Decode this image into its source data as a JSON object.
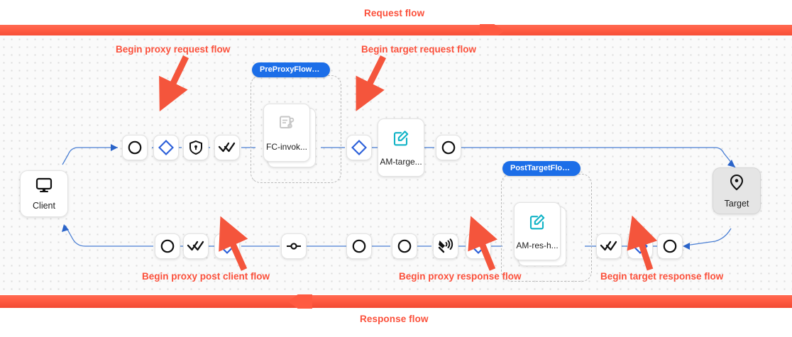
{
  "flow_bars": {
    "request": {
      "label": "Request flow",
      "color": "#fb503b",
      "direction": "right"
    },
    "response": {
      "label": "Response flow",
      "color": "#fb503b",
      "direction": "left"
    }
  },
  "annotations": [
    {
      "id": "begin-proxy-request-flow",
      "label": "Begin proxy request flow"
    },
    {
      "id": "begin-target-request-flow",
      "label": "Begin target request flow"
    },
    {
      "id": "begin-proxy-post-client-flow",
      "label": "Begin proxy post client flow"
    },
    {
      "id": "begin-proxy-response-flow",
      "label": "Begin proxy response flow"
    },
    {
      "id": "begin-target-response-flow",
      "label": "Begin target response flow"
    }
  ],
  "endpoints": {
    "client": {
      "label": "Client",
      "icon": "monitor-icon"
    },
    "target": {
      "label": "Target",
      "icon": "location-pin-icon"
    }
  },
  "groups": [
    {
      "id": "pre-proxy-flow-hook",
      "badge": "PreProxyFlowH..."
    },
    {
      "id": "post-target-flow-hook",
      "badge": "PostTargetFlow..."
    }
  ],
  "policies": [
    {
      "id": "fc-invoke",
      "label": "FC-invok...",
      "icon": "script-task-icon"
    },
    {
      "id": "am-target",
      "label": "AM-targe...",
      "icon": "edit-square-icon"
    },
    {
      "id": "am-res-h",
      "label": "AM-res-h...",
      "icon": "edit-square-icon"
    }
  ],
  "request_row_steps": [
    {
      "id": "req-start",
      "icon": "circle-icon"
    },
    {
      "id": "req-proxy-flow-start",
      "icon": "diamond-icon"
    },
    {
      "id": "req-security",
      "icon": "shield-lock-icon"
    },
    {
      "id": "req-checks",
      "icon": "double-check-icon"
    },
    {
      "id": "req-target-flow-start",
      "icon": "diamond-icon"
    },
    {
      "id": "req-end",
      "icon": "circle-icon"
    }
  ],
  "response_row_steps": [
    {
      "id": "res-start",
      "icon": "circle-icon"
    },
    {
      "id": "res-checks",
      "icon": "double-check-icon"
    },
    {
      "id": "res-post-client-flow-start",
      "icon": "diamond-icon"
    },
    {
      "id": "res-link",
      "icon": "line-dot-icon"
    },
    {
      "id": "res-mid-1",
      "icon": "circle-icon"
    },
    {
      "id": "res-mid-2",
      "icon": "circle-icon"
    },
    {
      "id": "res-broadcast",
      "icon": "signal-hand-icon"
    },
    {
      "id": "res-proxy-flow-start",
      "icon": "diamond-icon"
    },
    {
      "id": "res-target-checks",
      "icon": "double-check-icon"
    },
    {
      "id": "res-target-flow-start",
      "icon": "diamond-icon"
    },
    {
      "id": "res-target-end",
      "icon": "circle-icon"
    }
  ],
  "colors": {
    "accent_red": "#fb503b",
    "edge_blue": "#4a7fd4",
    "badge_blue": "#1c6ee8",
    "diamond_blue": "#2b5fd9",
    "policy_teal": "#10b3c6",
    "canvas_bg": "#fafafa",
    "dot_grid": "#dcdcdc"
  }
}
